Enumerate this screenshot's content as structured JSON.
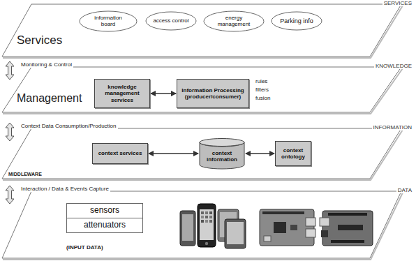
{
  "diagram": {
    "nodes": [
      {
        "text": [
          "SERVICES",
          "Services"
        ]
      },
      {
        "text": [
          "information board"
        ],
        "in": 0
      },
      {
        "text": [
          "access control"
        ],
        "in": 0
      },
      {
        "text": [
          "energy management"
        ],
        "in": 0
      },
      {
        "text": [
          "Parking info"
        ],
        "in": 0
      },
      {
        "text": [
          "KNOWLEDGE",
          "Management"
        ]
      },
      {
        "text": [
          "knowledge management services"
        ],
        "in": 5
      },
      {
        "text": [
          "Information Processing (producer/consumer)"
        ],
        "in": 5
      },
      {
        "text": [
          "INFORMATION",
          "MIDDLEWARE"
        ]
      },
      {
        "text": [
          "context services"
        ],
        "in": 8
      },
      {
        "text": [
          "context information"
        ],
        "in": 8
      },
      {
        "text": [
          "context ontology"
        ],
        "in": 8
      },
      {
        "text": [
          "DATA",
          "(INPUT DATA)"
        ]
      },
      {
        "text": [
          "sensors"
        ],
        "in": 12
      },
      {
        "text": [
          "attenuators"
        ],
        "in": 12
      }
    ],
    "edges": [
      {
        "from": 6,
        "to": 7,
        "arrow": "both"
      },
      {
        "from": 9,
        "to": 10,
        "arrow": "both"
      },
      {
        "from": 10,
        "to": 11,
        "arrow": "both"
      }
    ],
    "labels": [
      "Monitoring & Control",
      "Context Data Consumption/Production",
      "Interaction / Data & Events Capture",
      "rules",
      "filters",
      "fusion"
    ]
  }
}
